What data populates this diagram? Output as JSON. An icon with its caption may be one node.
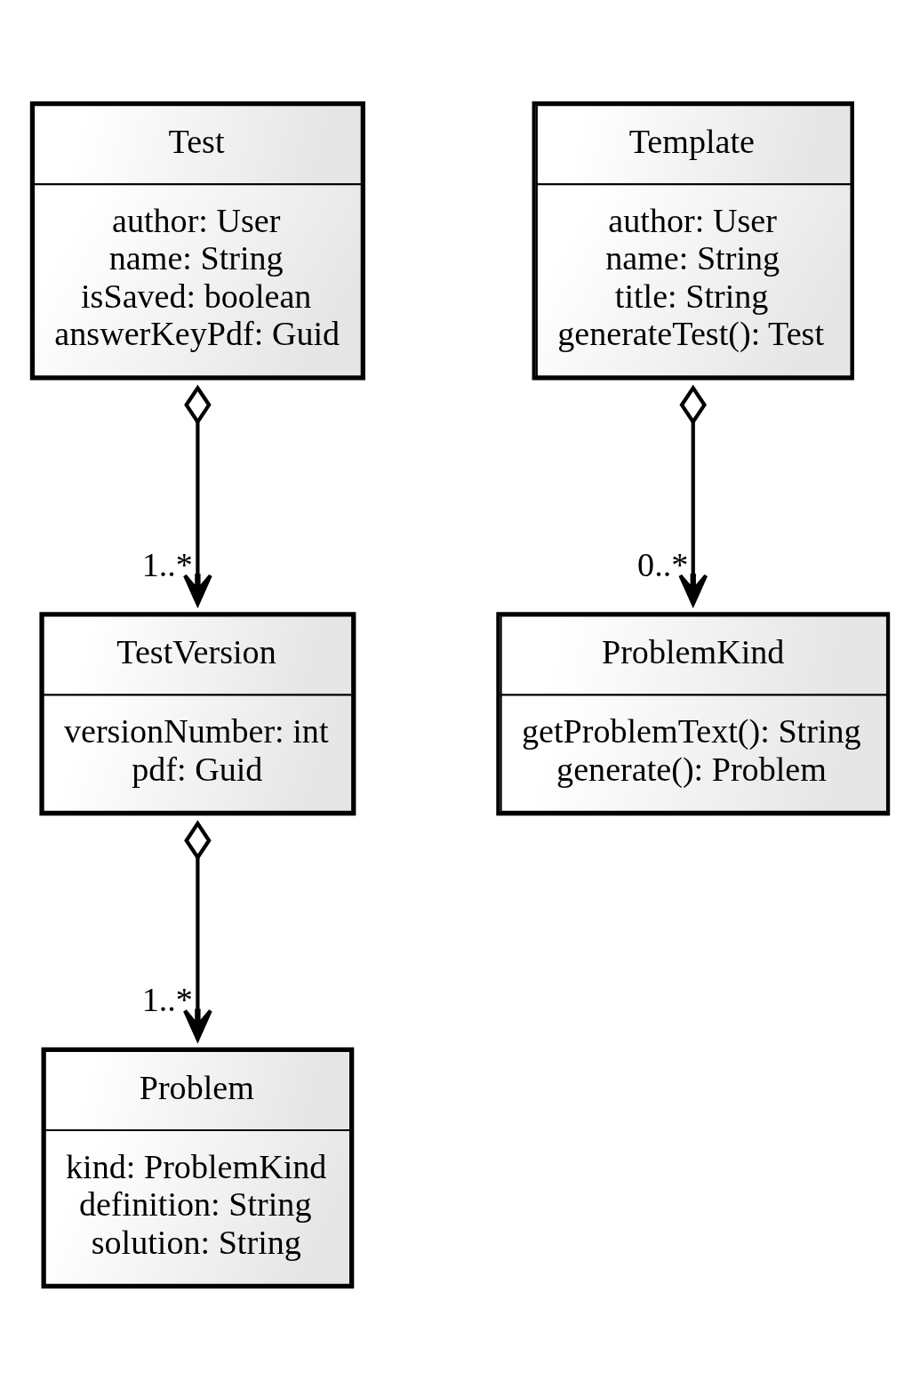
{
  "diagram": {
    "nodes": [
      {
        "text": [
          "Test",
          "author: User",
          "name: String",
          "isSaved: boolean",
          "answerKeyPdf: Guid"
        ]
      },
      {
        "text": [
          "Template",
          "author: User",
          "name: String",
          "title: String",
          "generateTest(): Test"
        ]
      },
      {
        "text": [
          "TestVersion",
          "versionNumber: int",
          "pdf: Guid"
        ]
      },
      {
        "text": [
          "ProblemKind",
          "getProblemText(): String",
          "generate(): Problem"
        ]
      },
      {
        "text": [
          "Problem",
          "kind: ProblemKind",
          "definition: String",
          "solution: String"
        ]
      }
    ],
    "edges": [
      {
        "from": 0,
        "to": 2,
        "arrow": "to",
        "label": "1..*"
      },
      {
        "from": 1,
        "to": 3,
        "arrow": "to",
        "label": "0..*"
      },
      {
        "from": 2,
        "to": 4,
        "arrow": "to",
        "label": "1..*"
      }
    ]
  }
}
